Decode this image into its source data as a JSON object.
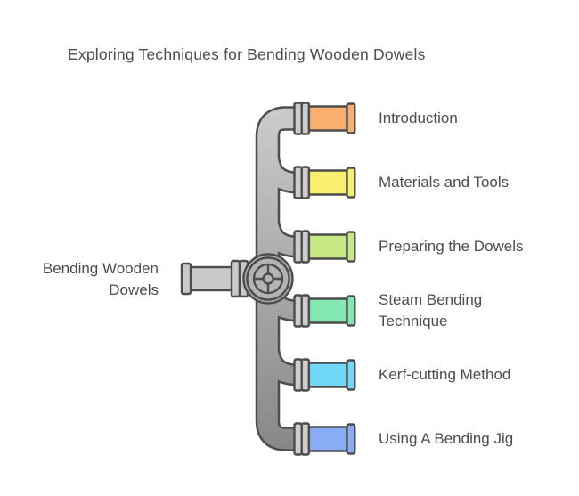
{
  "title": "Exploring Techniques for Bending Wooden Dowels",
  "root": {
    "label": "Bending Wooden Dowels"
  },
  "branches": [
    {
      "label": "Introduction",
      "color": "#f8af70"
    },
    {
      "label": "Materials and Tools",
      "color": "#faee6f"
    },
    {
      "label": "Preparing the Dowels",
      "color": "#c7e985"
    },
    {
      "label": "Steam Bending Technique",
      "color": "#83e7b2"
    },
    {
      "label": "Kerf-cutting Method",
      "color": "#70d9f8"
    },
    {
      "label": "Using A Bending Jig",
      "color": "#8aabf5"
    }
  ],
  "colors": {
    "background": "#ffffff",
    "text": "#4d4d4d",
    "outline": "#4d4d4d",
    "trunk_light": "#cdcdcd",
    "trunk_dark": "#868686",
    "input_pipe": "#c9c9c9",
    "valve_wheel": "#b4b4b4"
  }
}
